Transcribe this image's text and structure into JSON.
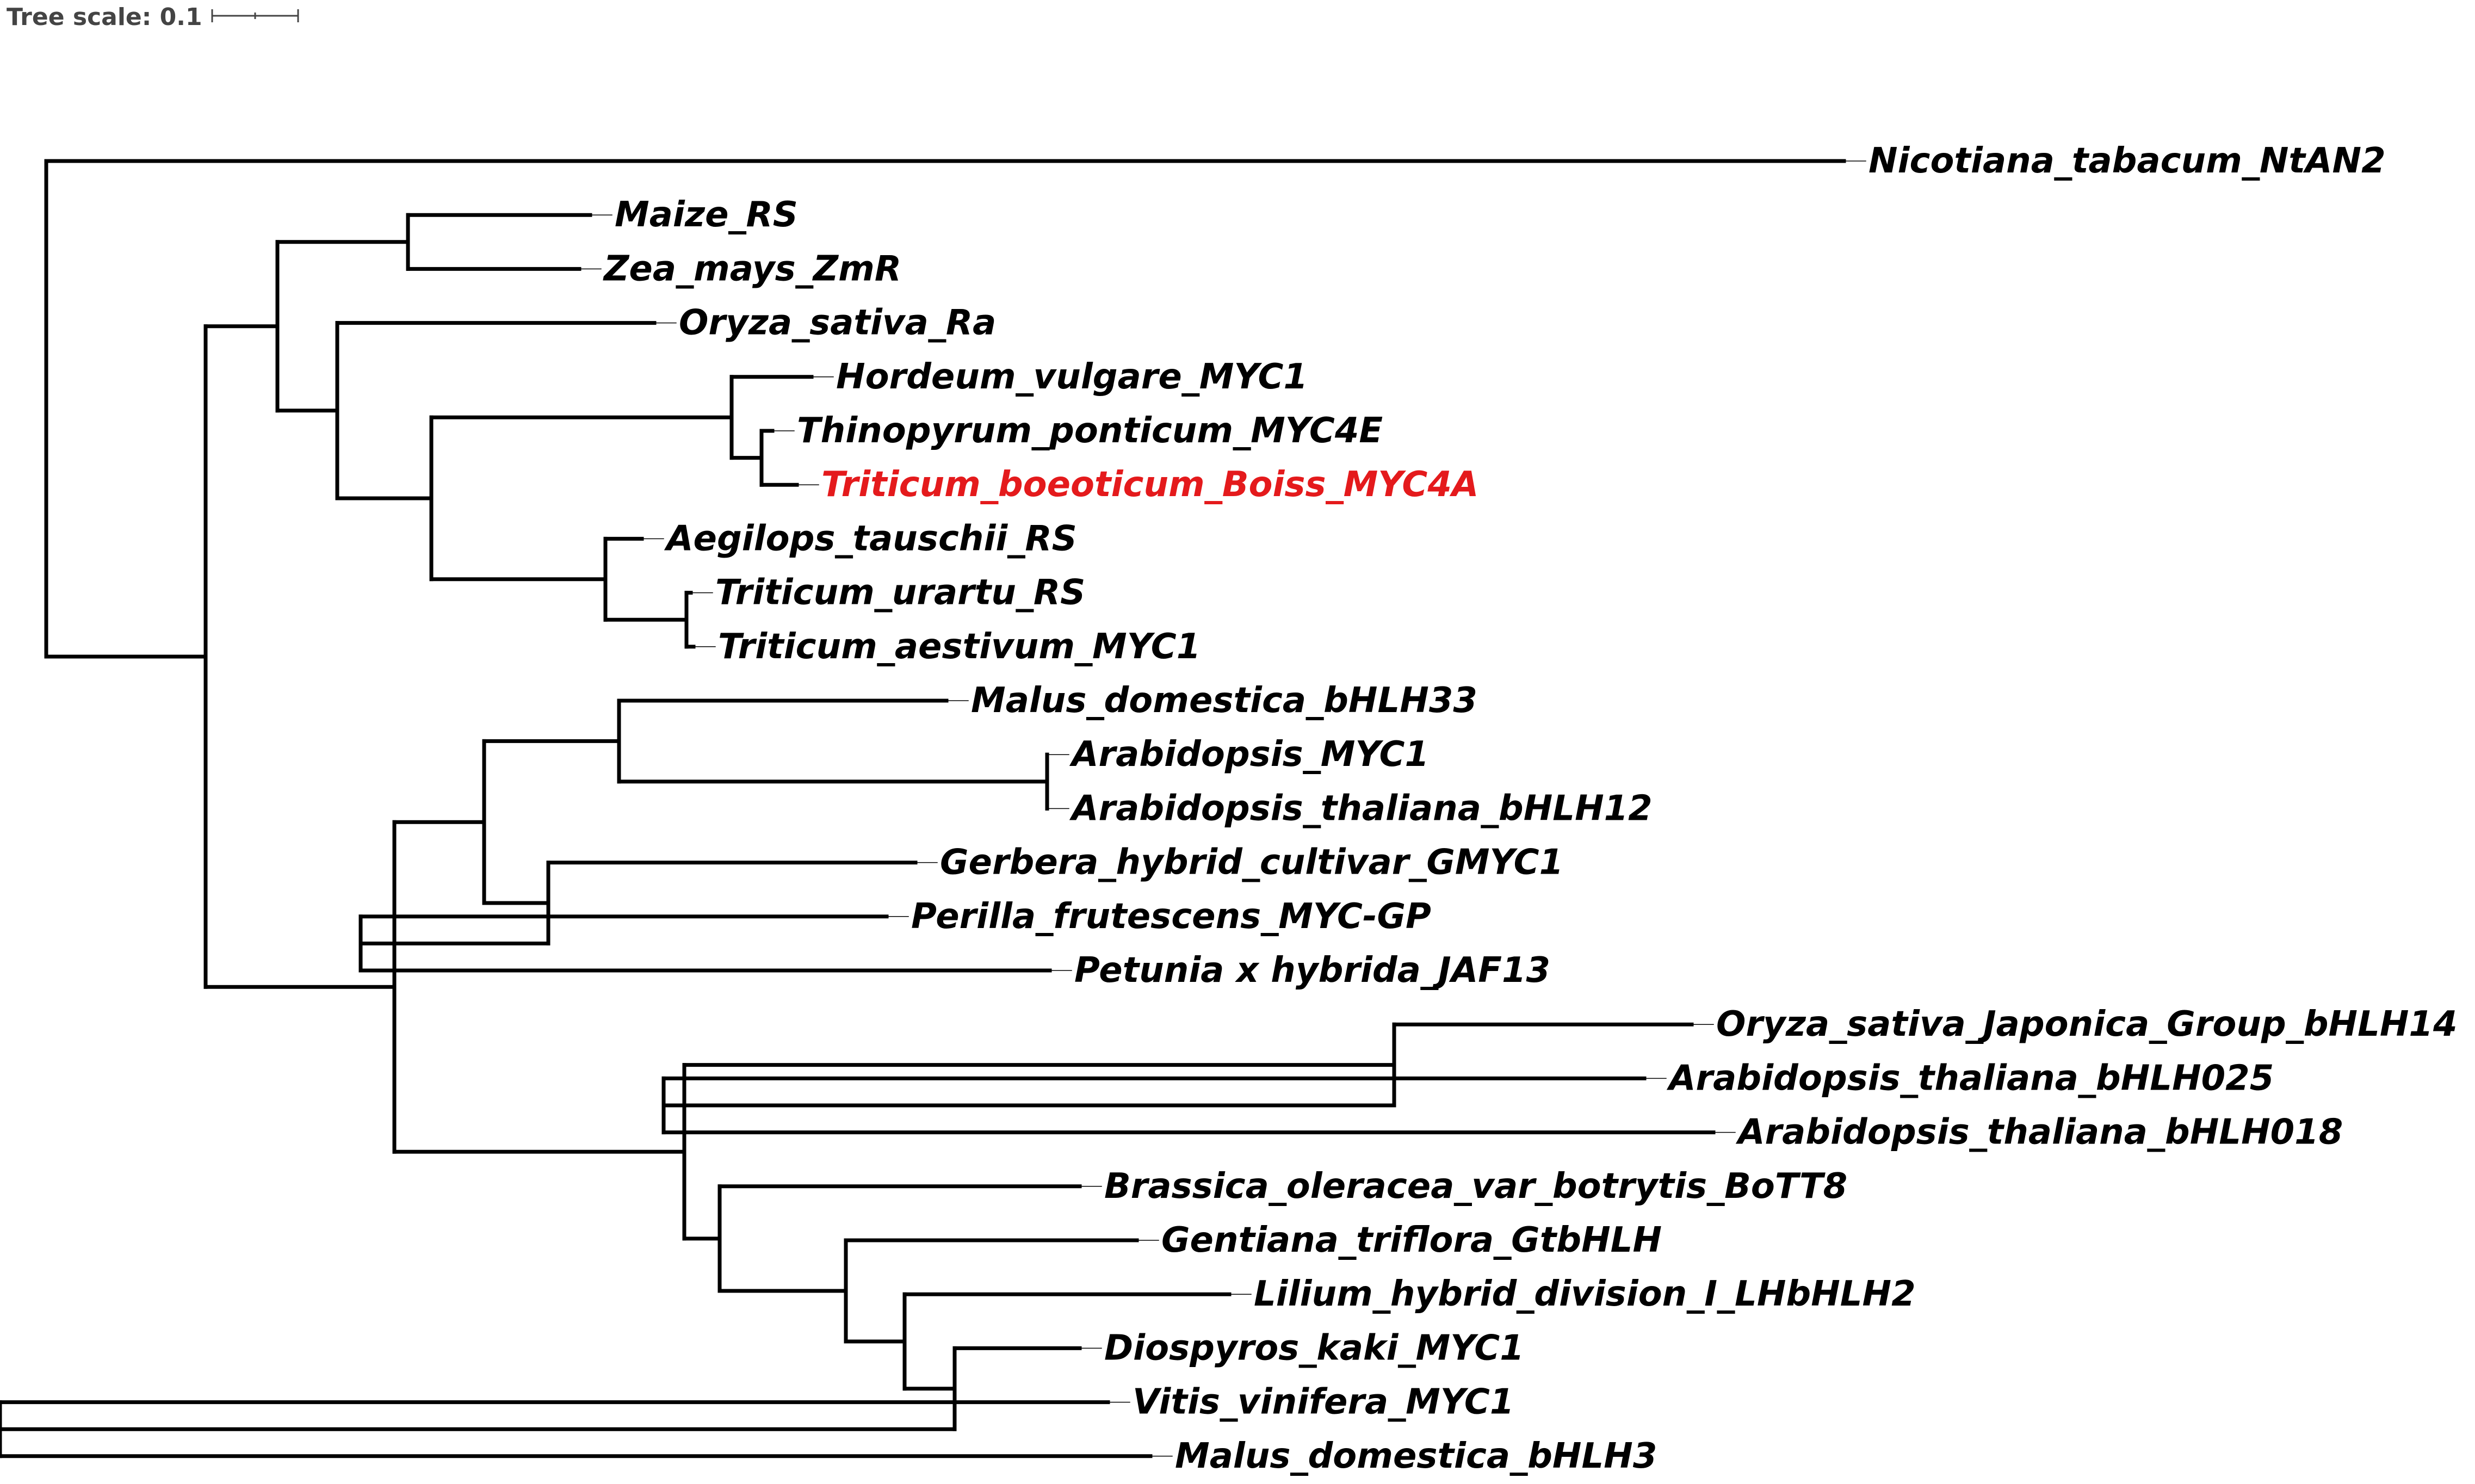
{
  "tree_scale": {
    "label": "Tree scale: 0.1"
  },
  "colors": {
    "branch": "#000000",
    "highlight": "#e41a1c",
    "scale_text": "#444444"
  },
  "leaves": [
    {
      "id": "nicotiana_ntan2",
      "label": "Nicotiana_tabacum_NtAN2"
    },
    {
      "id": "maize_rs",
      "label": "Maize_RS"
    },
    {
      "id": "zea_zmr",
      "label": "Zea_mays_ZmR"
    },
    {
      "id": "oryza_ra",
      "label": "Oryza_sativa_Ra"
    },
    {
      "id": "hordeum_myc1",
      "label": "Hordeum_vulgare_MYC1"
    },
    {
      "id": "thinopyrum_myc4e",
      "label": "Thinopyrum_ponticum_MYC4E"
    },
    {
      "id": "triticum_boeoticum_myc4a",
      "label": "Triticum_boeoticum_Boiss_MYC4A",
      "highlight": true
    },
    {
      "id": "aegilops_rs",
      "label": "Aegilops_tauschii_RS"
    },
    {
      "id": "triticum_urartu_rs",
      "label": "Triticum_urartu_RS"
    },
    {
      "id": "triticum_aestivum_myc1",
      "label": "Triticum_aestivum_MYC1"
    },
    {
      "id": "malus_bhlh33",
      "label": "Malus_domestica_bHLH33"
    },
    {
      "id": "arabidopsis_myc1",
      "label": "Arabidopsis_MYC1"
    },
    {
      "id": "arabidopsis_bhlh12",
      "label": "Arabidopsis_thaliana_bHLH12"
    },
    {
      "id": "gerbera_gmyc1",
      "label": "Gerbera_hybrid_cultivar_GMYC1"
    },
    {
      "id": "perilla_mycgp",
      "label": "Perilla_frutescens_MYC-GP"
    },
    {
      "id": "petunia_jaf13",
      "label": "Petunia x hybrida_JAF13"
    },
    {
      "id": "oryza_bhlh14",
      "label": "Oryza_sativa_Japonica_Group_bHLH14"
    },
    {
      "id": "arabidopsis_bhlh025",
      "label": "Arabidopsis_thaliana_bHLH025"
    },
    {
      "id": "arabidopsis_bhlh018",
      "label": "Arabidopsis_thaliana_bHLH018"
    },
    {
      "id": "brassica_bott8",
      "label": "Brassica_oleracea_var_botrytis_BoTT8"
    },
    {
      "id": "gentiana_gtbhlh",
      "label": "Gentiana_triflora_GtbHLH"
    },
    {
      "id": "lilium_lhbhlh2",
      "label": "Lilium_hybrid_division_I_LHbHLH2"
    },
    {
      "id": "diospyros_myc1",
      "label": "Diospyros_kaki_MYC1"
    },
    {
      "id": "vitis_myc1",
      "label": "Vitis_vinifera_MYC1"
    },
    {
      "id": "malus_bhlh3",
      "label": "Malus_domestica_bHLH3"
    }
  ],
  "tree": {
    "children": [
      {
        "leaf": "nicotiana_ntan2"
      },
      {
        "children": [
          {
            "children": [
              {
                "children": [
                  {
                    "leaf": "maize_rs"
                  },
                  {
                    "leaf": "zea_zmr"
                  }
                ]
              },
              {
                "children": [
                  {
                    "leaf": "oryza_ra"
                  },
                  {
                    "children": [
                      {
                        "children": [
                          {
                            "leaf": "hordeum_myc1"
                          },
                          {
                            "children": [
                              {
                                "leaf": "thinopyrum_myc4e"
                              },
                              {
                                "leaf": "triticum_boeoticum_myc4a"
                              }
                            ]
                          }
                        ]
                      },
                      {
                        "children": [
                          {
                            "leaf": "aegilops_rs"
                          },
                          {
                            "children": [
                              {
                                "leaf": "triticum_urartu_rs"
                              },
                              {
                                "leaf": "triticum_aestivum_myc1"
                              }
                            ]
                          }
                        ]
                      }
                    ]
                  }
                ]
              }
            ]
          },
          {
            "children": [
              {
                "children": [
                  {
                    "children": [
                      {
                        "leaf": "malus_bhlh33"
                      },
                      {
                        "children": [
                          {
                            "leaf": "arabidopsis_myc1"
                          },
                          {
                            "leaf": "arabidopsis_bhlh12"
                          }
                        ]
                      }
                    ]
                  },
                  {
                    "children": [
                      {
                        "leaf": "gerbera_gmyc1"
                      },
                      {
                        "children": [
                          {
                            "leaf": "perilla_mycgp"
                          },
                          {
                            "leaf": "petunia_jaf13"
                          }
                        ]
                      }
                    ]
                  }
                ]
              },
              {
                "children": [
                  {
                    "children": [
                      {
                        "leaf": "oryza_bhlh14"
                      },
                      {
                        "children": [
                          {
                            "leaf": "arabidopsis_bhlh025"
                          },
                          {
                            "leaf": "arabidopsis_bhlh018"
                          }
                        ]
                      }
                    ]
                  },
                  {
                    "children": [
                      {
                        "leaf": "brassica_bott8"
                      },
                      {
                        "children": [
                          {
                            "leaf": "gentiana_gtbhlh"
                          },
                          {
                            "children": [
                              {
                                "leaf": "lilium_lhbhlh2"
                              },
                              {
                                "children": [
                                  {
                                    "leaf": "diospyros_myc1"
                                  },
                                  {
                                    "children": [
                                      {
                                        "leaf": "vitis_myc1"
                                      },
                                      {
                                        "leaf": "malus_bhlh3"
                                      }
                                    ]
                                  }
                                ]
                              }
                            ]
                          }
                        ]
                      }
                    ]
                  }
                ]
              }
            ]
          }
        ]
      }
    ]
  }
}
